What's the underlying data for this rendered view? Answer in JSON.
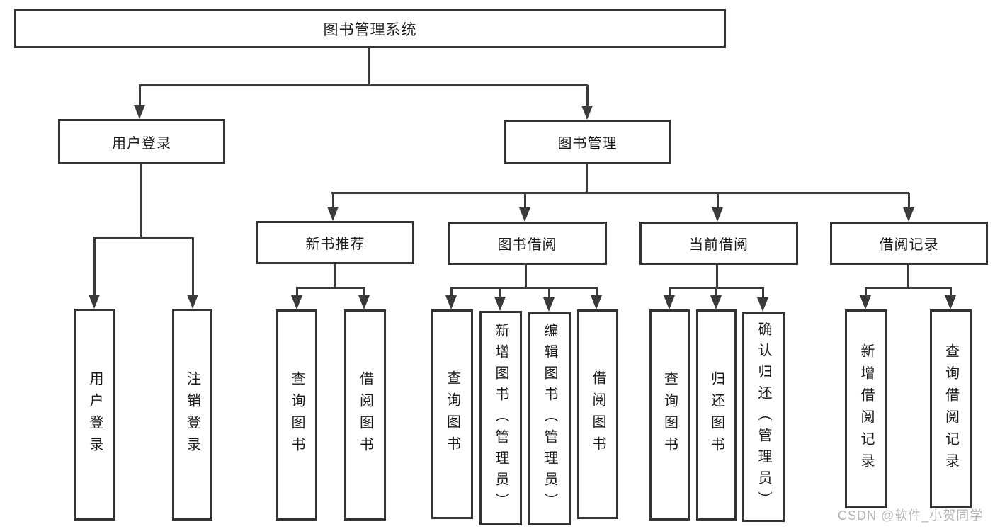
{
  "colors": {
    "background": "#ffffff",
    "box_border": "#333333",
    "line": "#3a3a3a",
    "text": "#1a1a1a",
    "watermark": "#a8a8a8"
  },
  "diagram": {
    "root": {
      "label": "图书管理系统"
    },
    "level2": [
      {
        "label": "用户登录"
      },
      {
        "label": "图书管理"
      }
    ],
    "level3": [
      {
        "label": "新书推荐"
      },
      {
        "label": "图书借阅"
      },
      {
        "label": "当前借阅"
      },
      {
        "label": "借阅记录"
      }
    ],
    "leaves": {
      "login": [
        {
          "label": "用户登录"
        },
        {
          "label": "注销登录"
        }
      ],
      "newbook": [
        {
          "label": "查询图书"
        },
        {
          "label": "借阅图书"
        }
      ],
      "borrow": [
        {
          "label": "查询图书"
        },
        {
          "label": "新增图书（管理员）"
        },
        {
          "label": "编辑图书（管理员）"
        },
        {
          "label": "借阅图书"
        }
      ],
      "current": [
        {
          "label": "查询图书"
        },
        {
          "label": "归还图书"
        },
        {
          "label": "确认归还（管理员）"
        }
      ],
      "records": [
        {
          "label": "新增借阅记录"
        },
        {
          "label": "查询借阅记录"
        }
      ]
    }
  },
  "watermark": {
    "text": "CSDN @软件_小贺同学"
  }
}
